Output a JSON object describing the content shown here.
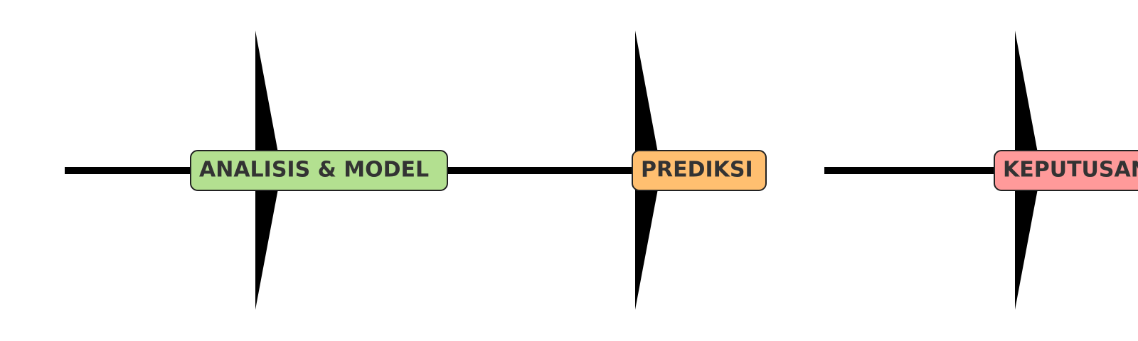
{
  "diagram": {
    "nodes": [
      {
        "label": "ANALISIS & MODEL",
        "fill": "#b3e090"
      },
      {
        "label": "PREDIKSI",
        "fill": "#ffbf70"
      },
      {
        "label": "KEPUTUSAN",
        "fill": "#ff9a9a"
      }
    ],
    "colors": {
      "line": "#000000",
      "box_stroke": "#222222",
      "text": "#333333"
    }
  }
}
